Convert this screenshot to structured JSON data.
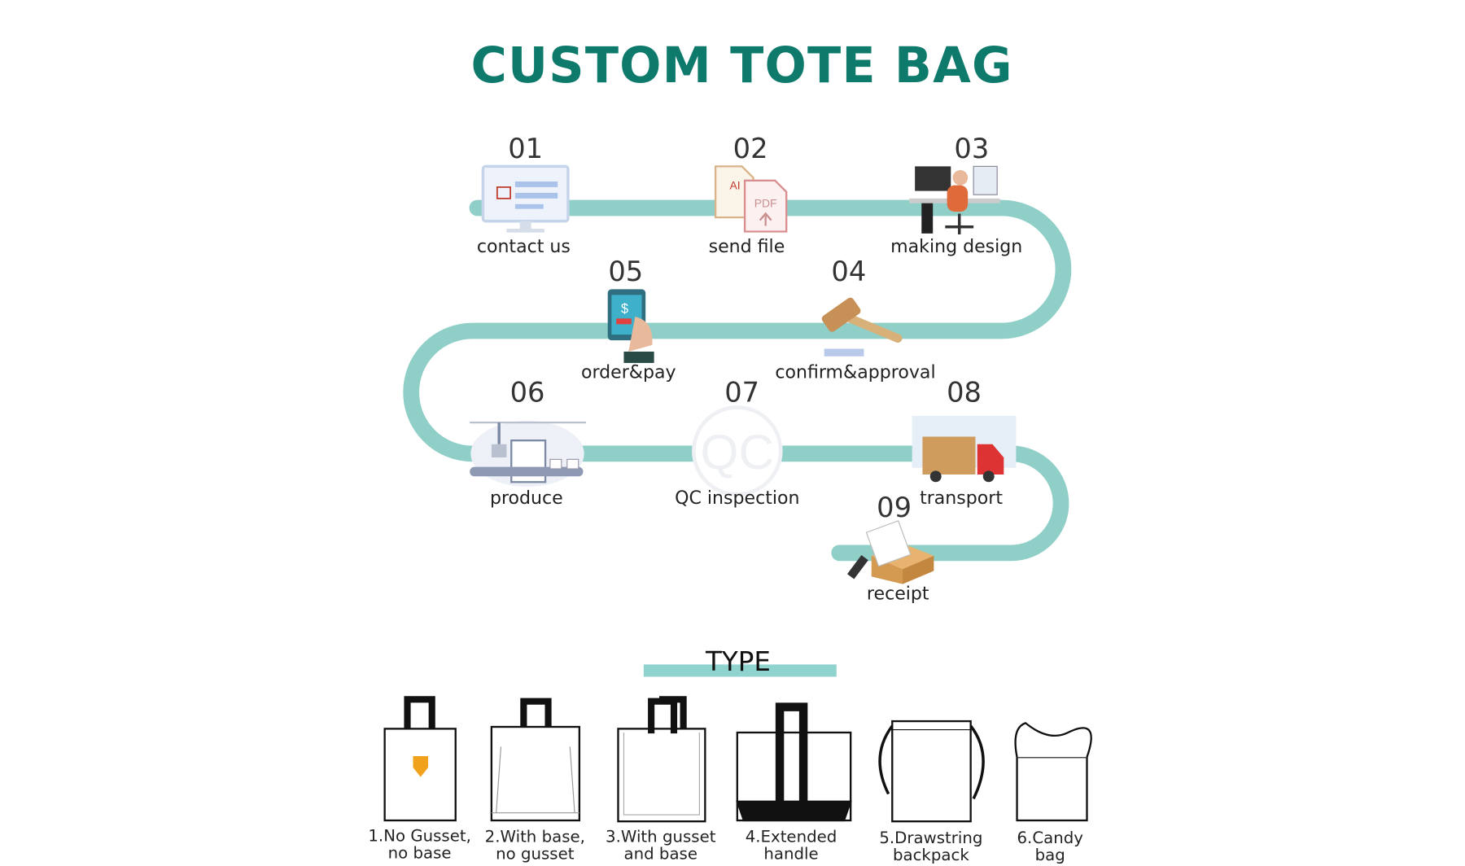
{
  "title": "CUSTOM TOTE BAG",
  "steps": [
    {
      "num": "01",
      "label": "contact us",
      "icon": "computer-monitor-icon"
    },
    {
      "num": "02",
      "label": "send file",
      "icon": "ai-pdf-file-icon"
    },
    {
      "num": "03",
      "label": "making design",
      "icon": "designer-desk-icon"
    },
    {
      "num": "04",
      "label": "confirm&approval",
      "icon": "gavel-icon"
    },
    {
      "num": "05",
      "label": "order&pay",
      "icon": "phone-payment-icon"
    },
    {
      "num": "06",
      "label": "produce",
      "icon": "factory-conveyor-icon"
    },
    {
      "num": "07",
      "label": "QC inspection",
      "icon": "qc-stamp-icon"
    },
    {
      "num": "08",
      "label": "transport",
      "icon": "truck-icon"
    },
    {
      "num": "09",
      "label": "receipt",
      "icon": "package-receipt-icon"
    }
  ],
  "icon_text": {
    "ai": "AI",
    "pdf": "PDF",
    "qc": "QC",
    "dollar": "$"
  },
  "type_heading": "TYPE",
  "bag_types": [
    {
      "line1": "1.No Gusset,",
      "line2": "no base"
    },
    {
      "line1": "2.With base,",
      "line2": "no gusset"
    },
    {
      "line1": "3.With gusset",
      "line2": "and base"
    },
    {
      "line1": "4.Extended",
      "line2": "handle"
    },
    {
      "line1": "5.Drawstring",
      "line2": "backpack"
    },
    {
      "line1": "6.Candy",
      "line2": "bag"
    }
  ],
  "colors": {
    "title": "#0e7a6c",
    "path": "#8fcfc8",
    "accent": "#f0a21d"
  }
}
